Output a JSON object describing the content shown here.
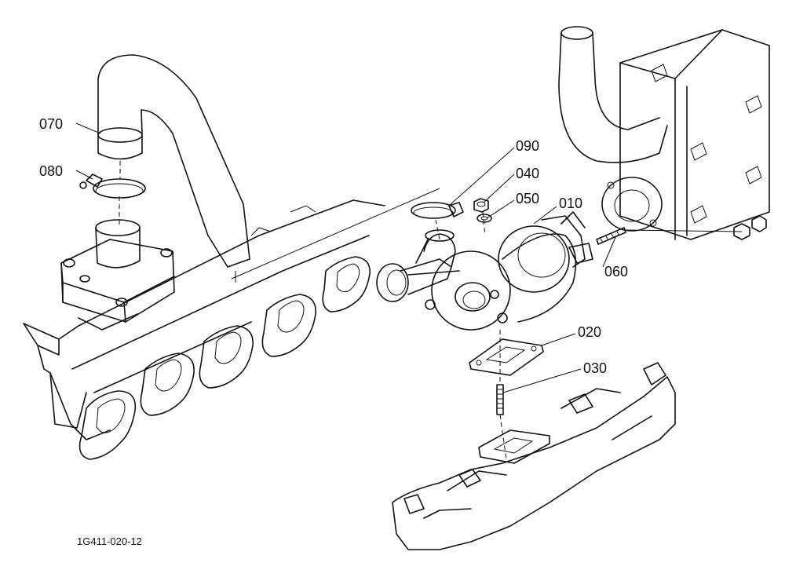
{
  "labels": {
    "p010": "010",
    "p020": "020",
    "p030": "030",
    "p040": "040",
    "p050": "050",
    "p060": "060",
    "p070": "070",
    "p080": "080",
    "p090": "090"
  },
  "drawing_code": "1G411-020-12"
}
